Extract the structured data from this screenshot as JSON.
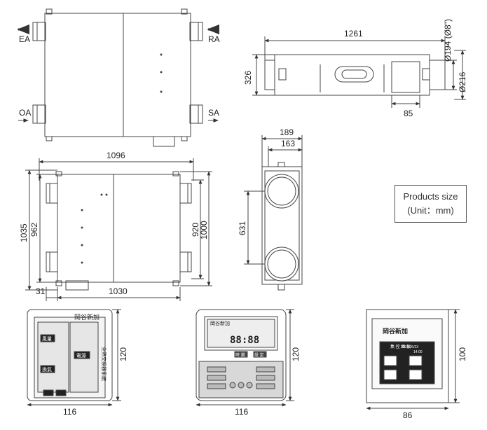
{
  "ports": {
    "ea": "EA",
    "ra": "RA",
    "oa": "OA",
    "sa": "SA"
  },
  "top_side_view": {
    "length": "1261",
    "height": "326",
    "duct_diameter": "Ø194 (Ø8\")",
    "outlet_diameter": "Ø216",
    "outlet_offset": "85"
  },
  "front_view": {
    "width_outer": "1096",
    "width_inner": "1030",
    "left_offset": "31",
    "height_total": "1035",
    "height_body": "962",
    "height_right_inner": "920",
    "height_right_outer": "1000"
  },
  "end_view": {
    "width_outer": "189",
    "width_inner": "163",
    "port_spacing": "631"
  },
  "products_size": {
    "line1": "Products size",
    "line2": "(Unit：mm)"
  },
  "controllers": {
    "a": {
      "brand": "岡谷新加",
      "btn_wind": "風量",
      "btn_change": "換氣",
      "btn_power": "電源",
      "side_text": "全熱交換器系統",
      "width": "116",
      "height": "120"
    },
    "b": {
      "brand": "岡谷新加",
      "lcd_digits": "88:88",
      "btn_left": "時 選",
      "btn_right": "設 定",
      "width": "116",
      "height": "120"
    },
    "c": {
      "brand": "岡谷新加",
      "header": "集 控 面 板",
      "date": "2012/05/23",
      "time": "14:00",
      "width": "86",
      "height": "100"
    }
  }
}
